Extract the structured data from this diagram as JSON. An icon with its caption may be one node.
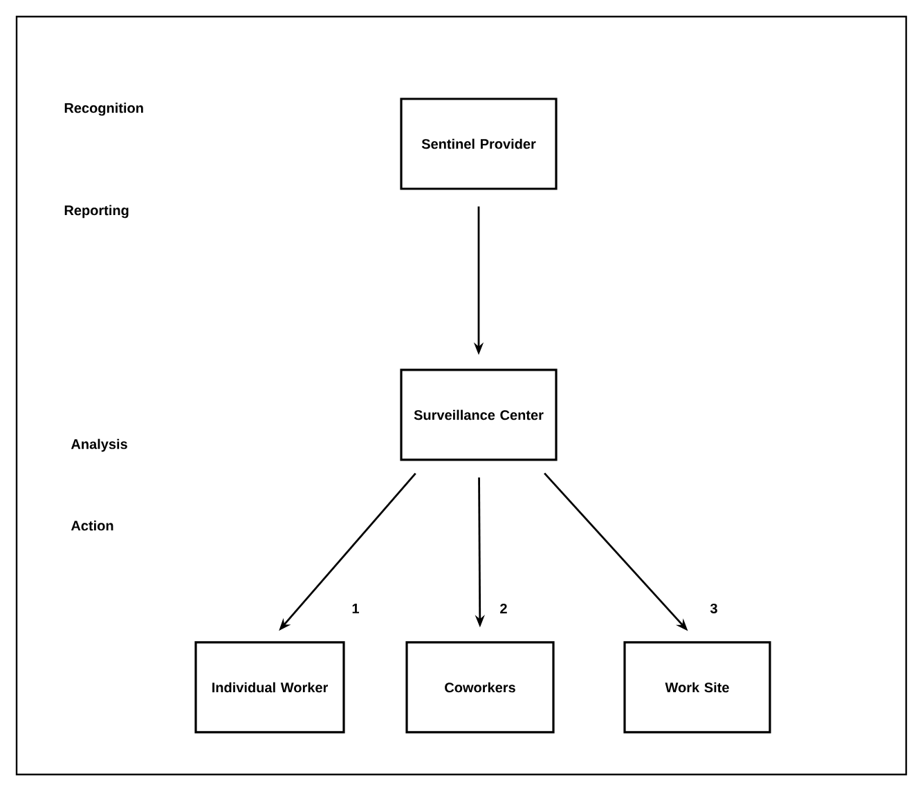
{
  "diagram": {
    "nodes": [
      {
        "text": [
          "Sentinel Provider"
        ]
      },
      {
        "text": [
          "Surveillance Center"
        ]
      },
      {
        "text": [
          "Individual Worker"
        ]
      },
      {
        "text": [
          "Coworkers"
        ]
      },
      {
        "text": [
          "Work Site"
        ]
      }
    ],
    "edges": [
      {
        "from": 0,
        "to": 1,
        "arrow": "to"
      },
      {
        "from": 1,
        "to": 2,
        "arrow": "to"
      },
      {
        "from": 1,
        "to": 3,
        "arrow": "to"
      },
      {
        "from": 1,
        "to": 4,
        "arrow": "to"
      }
    ],
    "labels": [
      "Recognition",
      "Reporting",
      "Analysis",
      "Action",
      "1",
      "2",
      "3"
    ]
  }
}
